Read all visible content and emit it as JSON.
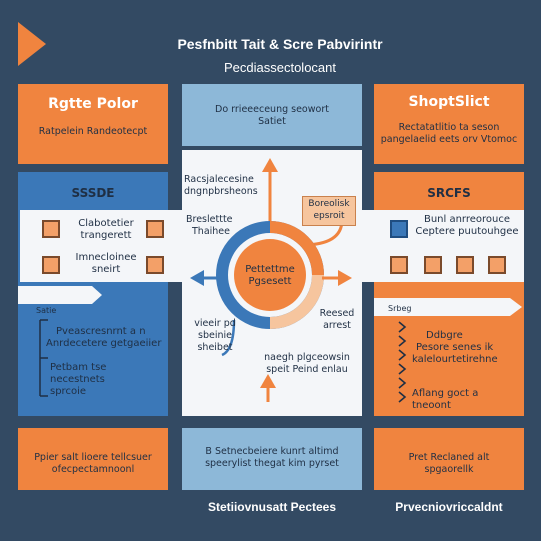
{
  "header": {
    "title": "Pesfnbitt Tait & Scre Pabvirintr",
    "subtitle": "Pecdiassectolocant"
  },
  "top_row": {
    "left": {
      "title": "Rgtte Polor",
      "text": "Ratpelein Randeotecpt"
    },
    "center": {
      "text1": "Do rrieeeceung seowort",
      "text2": "Satiet"
    },
    "right": {
      "title": "ShoptSlict",
      "text1": "Rectatatlitio ta seson",
      "text2": "pangelaelid eets orv Vtomoc"
    }
  },
  "left_panel": {
    "heading": "SSSDE",
    "item1": "Clabotetier",
    "item1b": "trangerett",
    "item2": "Imnecloinee",
    "item2b": "sneirt",
    "arrow_label": "Satie",
    "text1": "Pveascresnrnt a n",
    "text2": "Anrdecetere getgaeiier",
    "text3": "Petbam tse necestnets",
    "text4": "sprcoie"
  },
  "center_panel": {
    "top_label1": "Racsjalecesine",
    "top_label2": "dngnpbrsheons",
    "left_label1": "Breslettte",
    "left_label2": "Thaihee",
    "right_box1": "Boreolisk",
    "right_box2": "epsroit",
    "hub_line1": "Pettettme",
    "hub_line2": "Pgsesett",
    "lower_left1": "vieeir pd",
    "lower_left2": "sbeinie",
    "lower_left3": "sheibet",
    "lower_right1": "Reesed",
    "lower_right2": "arrest",
    "bottom1": "naegh plgceowsin",
    "bottom2": "speit Peind enlau"
  },
  "right_panel": {
    "heading": "SRCFS",
    "item1": "Bunl anrreorouce",
    "item2": "Ceptere puutouhgee",
    "arrow_label": "Srbeg",
    "text1": "Ddbgre",
    "text2": "Pesore senes ik",
    "text3": "kalelourtetirehne",
    "text4": "Aflang goct a tneoont"
  },
  "bottom_row": {
    "left": {
      "text1": "Ppier salt lioere tellcsuer",
      "text2": "ofecpectamnoonl"
    },
    "center": {
      "text1": "B Setnecbeiere kunrt altimd",
      "text2": "speerylist thegat kim pyrset"
    },
    "right": {
      "text1": "Pret Reclaned alt",
      "text2": "spgaorellk"
    }
  },
  "footer": {
    "left": "Stetiiovnusatt Pectees",
    "right": "Prvecniovriccaldnt"
  },
  "colors": {
    "background": "#334a63",
    "orange": "#f0843f",
    "blue": "#3b78b8",
    "light_blue": "#8db8d8",
    "white": "#f4f6f9"
  }
}
